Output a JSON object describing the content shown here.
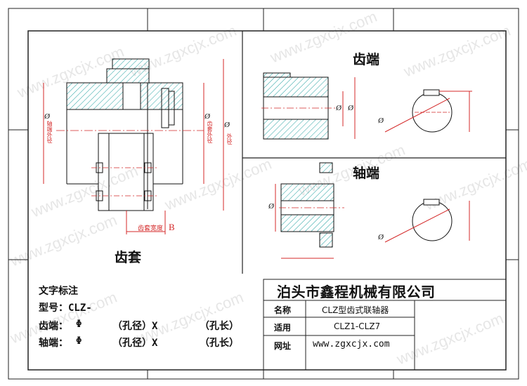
{
  "views": {
    "sleeve_label": "齿套",
    "gear_end_label": "齿端",
    "shaft_end_label": "轴端"
  },
  "dimensions": {
    "width_label": "齿套宽度",
    "width_symbol": "B",
    "shaft_diameter_label": "轴端外径",
    "sleeve_diameter_label": "齿套外径",
    "outer_diameter_label": "外径",
    "phi": "Ø"
  },
  "notes": {
    "title": "文字标注",
    "model_label": "型号：CLZ-",
    "gear_line": {
      "label": "齿端：",
      "phi": "Φ",
      "bore": "（孔径）X",
      "length": "（孔长）"
    },
    "shaft_line": {
      "label": "轴端：",
      "phi": "Φ",
      "bore": "（孔径）X",
      "length": "（孔长）"
    }
  },
  "title_block": {
    "company": "泊头市鑫程机械有限公司",
    "rows": [
      {
        "label": "名称",
        "value": "CLZ型齿式联轴器"
      },
      {
        "label": "适用",
        "value": "CLZ1-CLZ7"
      },
      {
        "label": "网址",
        "value": "www.zgxcjx.com"
      }
    ]
  },
  "watermark": "www.zgxcjx.com"
}
